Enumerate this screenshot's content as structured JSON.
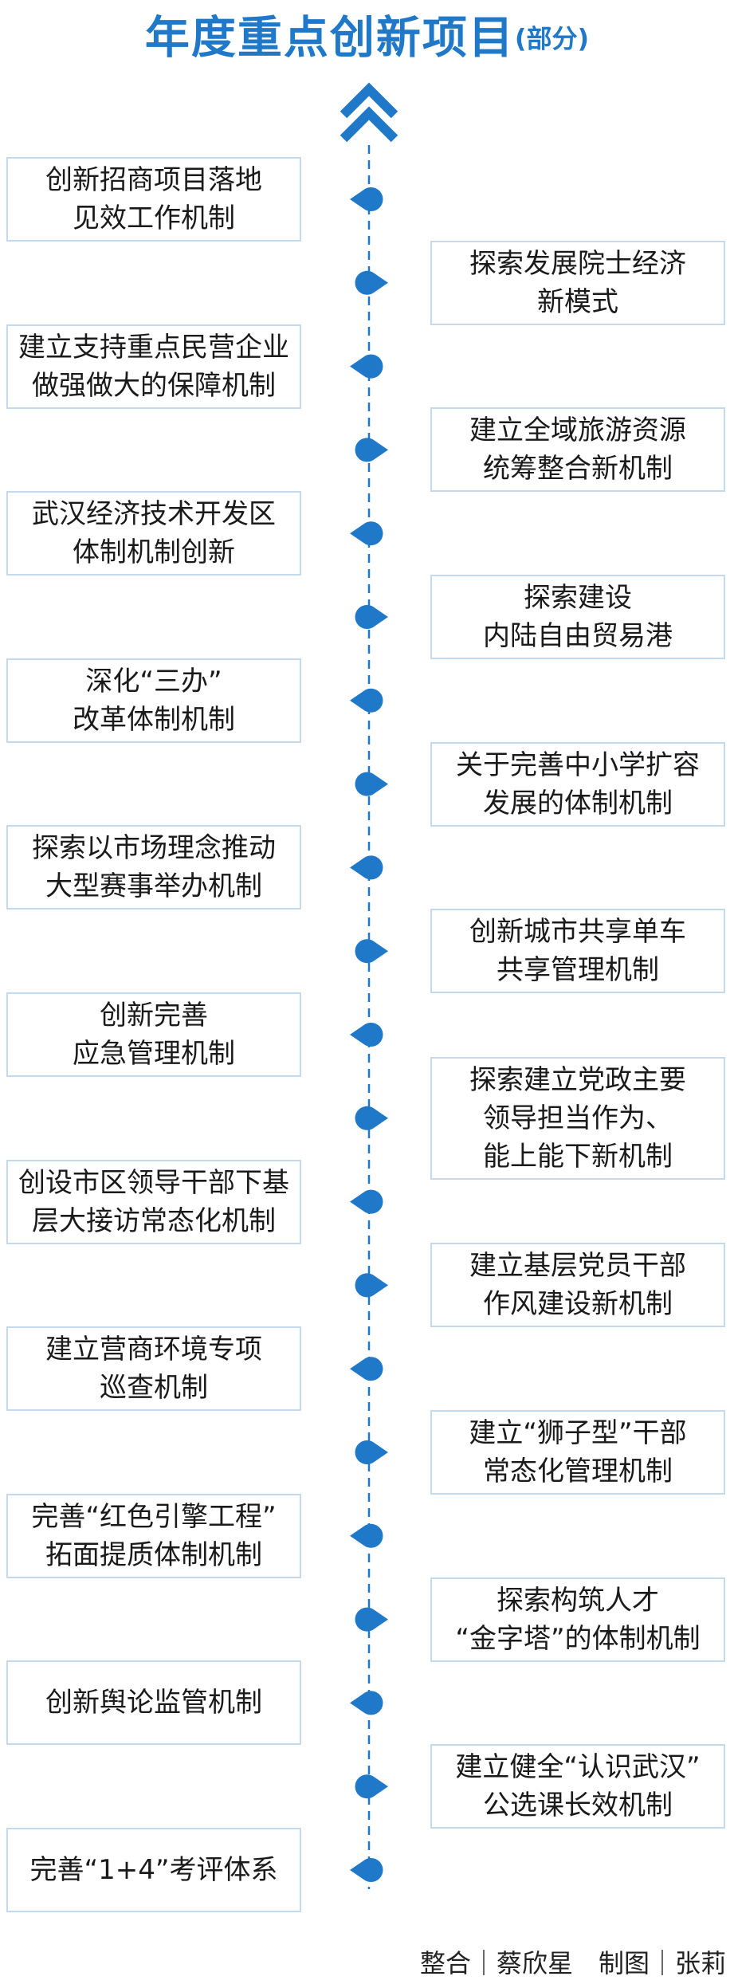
{
  "title": {
    "main": "年度重点创新项目",
    "sub": "(部分)"
  },
  "colors": {
    "accent": "#1f78c8",
    "box_border": "#c4d9ec",
    "line": "#1f78c8"
  },
  "top_icon": "double-chevron-up-icon",
  "items": [
    {
      "side": "left",
      "text": "创新招商项目落地\n见效工作机制"
    },
    {
      "side": "right",
      "text": "探索发展院士经济\n新模式"
    },
    {
      "side": "left",
      "text": "建立支持重点民营企业\n做强做大的保障机制"
    },
    {
      "side": "right",
      "text": "建立全域旅游资源\n统筹整合新机制"
    },
    {
      "side": "left",
      "text": "武汉经济技术开发区\n体制机制创新"
    },
    {
      "side": "right",
      "text": "探索建设\n内陆自由贸易港"
    },
    {
      "side": "left",
      "text": "深化“三办”\n改革体制机制"
    },
    {
      "side": "right",
      "text": "关于完善中小学扩容\n发展的体制机制"
    },
    {
      "side": "left",
      "text": "探索以市场理念推动\n大型赛事举办机制"
    },
    {
      "side": "right",
      "text": "创新城市共享单车\n共享管理机制"
    },
    {
      "side": "left",
      "text": "创新完善\n应急管理机制"
    },
    {
      "side": "right",
      "text": "探索建立党政主要\n领导担当作为、\n能上能下新机制"
    },
    {
      "side": "left",
      "text": "创设市区领导干部下基\n层大接访常态化机制"
    },
    {
      "side": "right",
      "text": "建立基层党员干部\n作风建设新机制"
    },
    {
      "side": "left",
      "text": "建立营商环境专项\n巡查机制"
    },
    {
      "side": "right",
      "text": "建立“狮子型”干部\n常态化管理机制"
    },
    {
      "side": "left",
      "text": "完善“红色引擎工程”\n拓面提质体制机制"
    },
    {
      "side": "right",
      "text": "探索构筑人才\n“金字塔”的体制机制"
    },
    {
      "side": "left",
      "text": "创新舆论监管机制"
    },
    {
      "side": "right",
      "text": "建立健全“认识武汉”\n公选课长效机制"
    },
    {
      "side": "left",
      "text": "完善“1+4”考评体系"
    }
  ],
  "credit": "整合｜蔡欣星　制图｜张莉"
}
